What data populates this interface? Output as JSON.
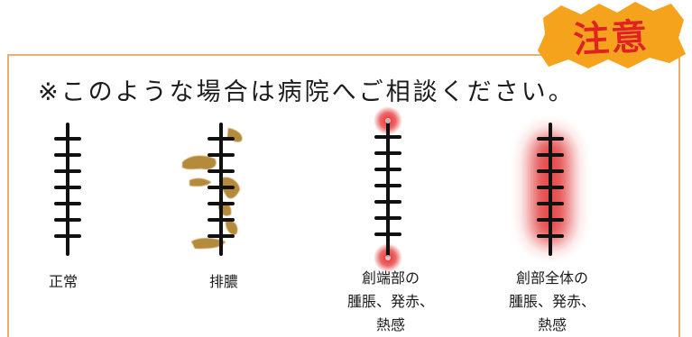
{
  "badge": {
    "label": "注意",
    "background_color": "#f5a21c",
    "text_color": "#e0241b"
  },
  "heading": "※このような場合は病院へご相談ください。",
  "colors": {
    "frame": "#e6b071",
    "suture": "#111111",
    "discharge": "#b58a3a",
    "inflammation": "#e02a2a"
  },
  "panels": [
    {
      "id": "normal",
      "icon": "suture-normal-icon",
      "caption_lines": [
        "正常"
      ]
    },
    {
      "id": "discharge",
      "icon": "suture-discharge-icon",
      "caption_lines": [
        "排膿"
      ]
    },
    {
      "id": "wound-end",
      "icon": "suture-wound-end-inflamed-icon",
      "caption_lines": [
        "創端部の",
        "腫脹、発赤、",
        "熱感"
      ]
    },
    {
      "id": "whole-wound",
      "icon": "suture-whole-wound-inflamed-icon",
      "caption_lines": [
        "創部全体の",
        "腫脹、発赤、",
        "熱感"
      ]
    }
  ]
}
